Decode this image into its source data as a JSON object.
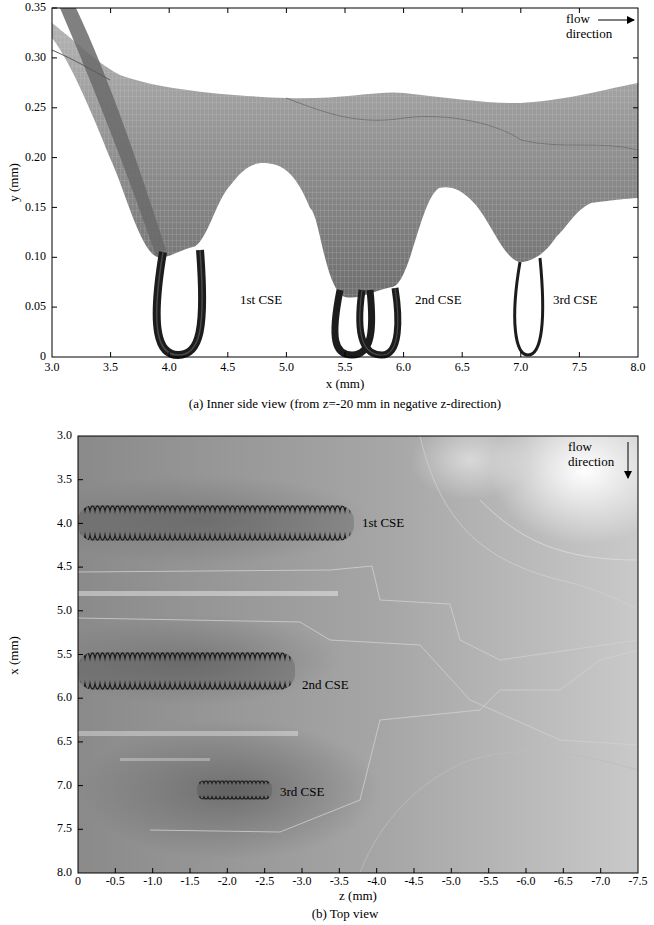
{
  "diagram": {
    "labels": [
      "0.35",
      "0.30",
      "0.25",
      "0.20",
      "0.15",
      "0.10",
      "0.05",
      "0",
      "3.0",
      "3.5",
      "4.0",
      "4.5",
      "5.0",
      "5.5",
      "6.0",
      "6.5",
      "7.0",
      "7.5",
      "8.0",
      "y (mm)",
      "x (mm)",
      "flow direction",
      "1st CSE",
      "2nd CSE",
      "3rd CSE",
      "(a) Inner side view (from z=-20 mm in negative z-direction)",
      "3.0",
      "3.5",
      "4.0",
      "4.5",
      "5.0",
      "5.5",
      "6.0",
      "6.5",
      "7.0",
      "7.5",
      "8.0",
      "0",
      "-0.5",
      "-1.0",
      "-1.5",
      "-2.0",
      "-2.5",
      "-3.0",
      "-3.5",
      "-4.0",
      "-4.5",
      "-5.0",
      "-5.5",
      "-6.0",
      "-6.5",
      "-7.0",
      "-7.5",
      "x (mm)",
      "z (mm)",
      "flow direction",
      "1st CSE",
      "2nd CSE",
      "3rd CSE",
      "(b) Top view"
    ]
  }
}
